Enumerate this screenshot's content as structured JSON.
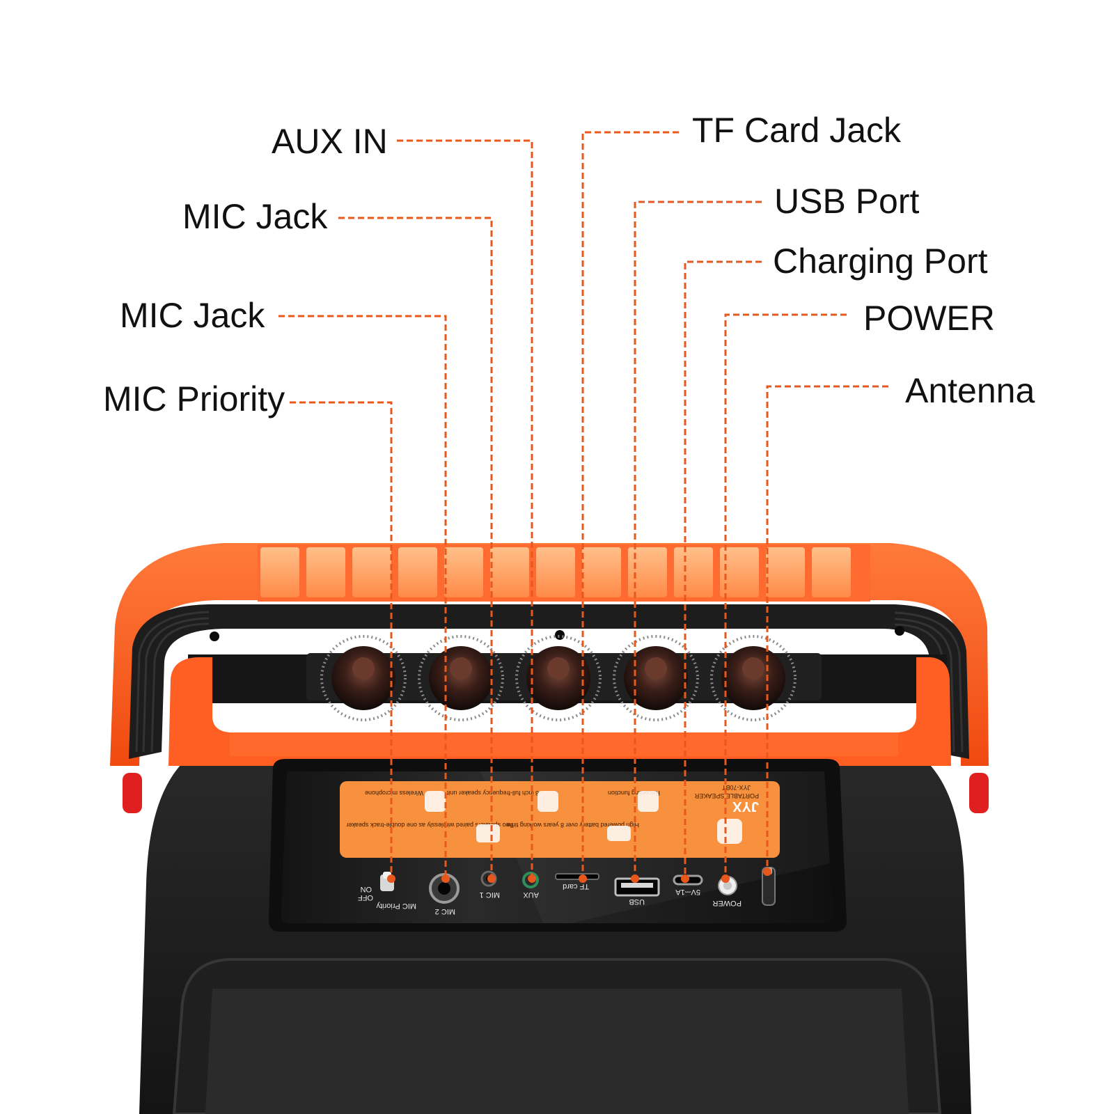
{
  "callouts": {
    "aux_in": "AUX IN",
    "mic_jack_1": "MIC Jack",
    "mic_jack_2": "MIC Jack",
    "mic_priority": "MIC Priority",
    "tf_card_jack": "TF Card Jack",
    "usb_port": "USB Port",
    "charging_port": "Charging Port",
    "power": "POWER",
    "antenna": "Antenna"
  },
  "panel": {
    "mic_priority": "MIC Priority",
    "on": "ON",
    "off": "OFF",
    "mic2": "MIC 2",
    "mic1": "MIC 1",
    "aux": "AUX",
    "tf_card": "TF card",
    "usb": "USB",
    "charge_spec": "5V⎓1A",
    "power": "POWER"
  },
  "info_card": {
    "brand": "JYX",
    "subtitle": "PORTABLE SPEAKER",
    "model": "JYX-70BT",
    "features": [
      "Wireless microphone",
      "8 inch full-frequency speaker unit",
      "Recording function",
      "Two speakers paired wirelessly as one double-track speaker",
      "High powered battery over 8 years working time"
    ]
  },
  "colors": {
    "accent_orange": "#ff5a1f",
    "leader_line": "#e8571c",
    "body_black": "#1c1c1c",
    "card_orange": "#f7913d"
  }
}
